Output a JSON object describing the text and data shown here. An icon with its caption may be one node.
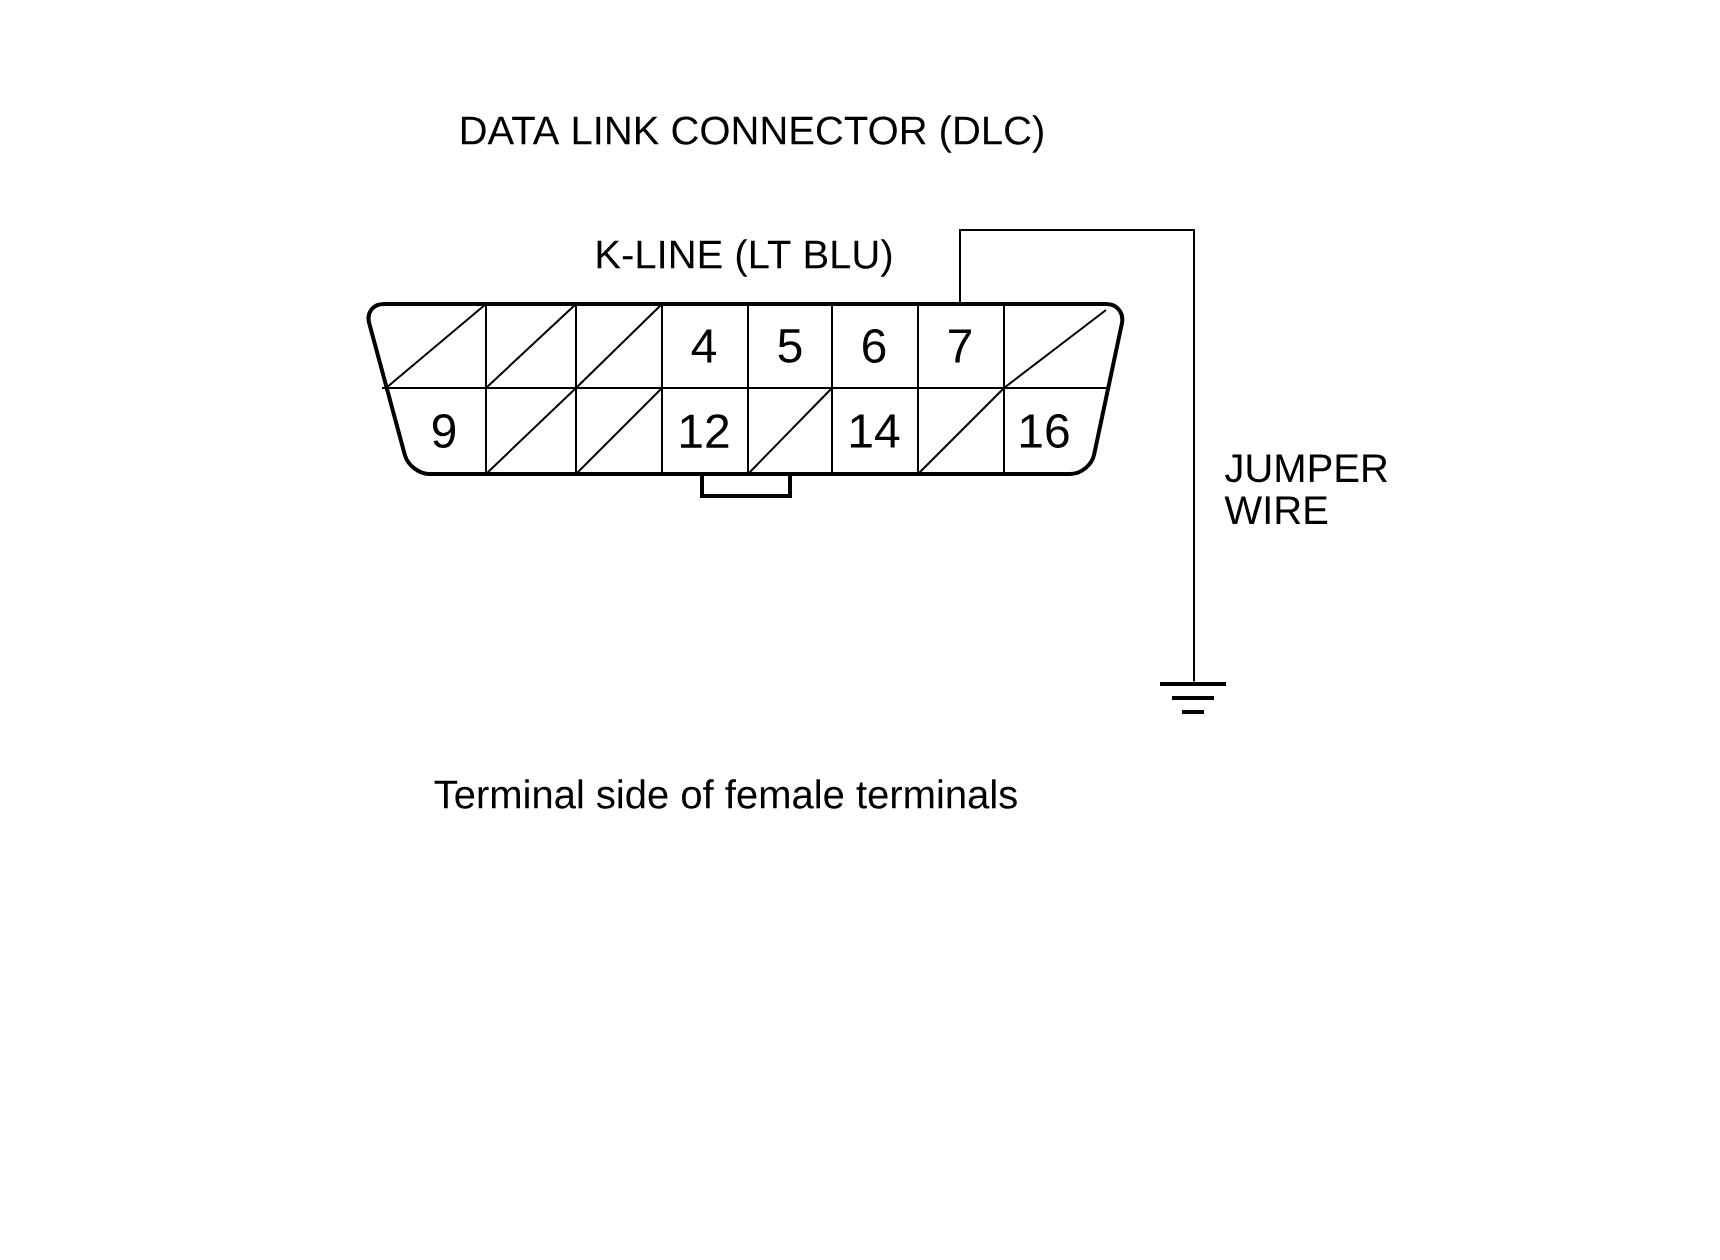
{
  "diagram": {
    "title": "DATA LINK CONNECTOR (DLC)",
    "caption": "Terminal side of female terminals",
    "nodes": [
      {
        "text": [],
        "shape": "box"
      },
      {
        "text": [],
        "shape": "box",
        "in": 0
      },
      {
        "text": [],
        "shape": "box",
        "in": 0
      },
      {
        "text": [],
        "shape": "box",
        "in": 0
      },
      {
        "text": [
          "4"
        ],
        "in": 0
      },
      {
        "text": [
          "5"
        ],
        "in": 0
      },
      {
        "text": [
          "6"
        ],
        "in": 0
      },
      {
        "text": [
          "7"
        ],
        "in": 0
      },
      {
        "text": [],
        "shape": "box",
        "in": 0
      },
      {
        "text": [
          "9"
        ],
        "in": 0
      },
      {
        "text": [],
        "shape": "box",
        "in": 0
      },
      {
        "text": [],
        "shape": "box",
        "in": 0
      },
      {
        "text": [
          "12"
        ],
        "in": 0
      },
      {
        "text": [],
        "shape": "box",
        "in": 0
      },
      {
        "text": [
          "14"
        ],
        "in": 0
      },
      {
        "text": [],
        "shape": "box",
        "in": 0
      },
      {
        "text": [
          "16"
        ],
        "in": 0
      },
      {
        "text": [],
        "shape": "ground"
      }
    ],
    "edges": [
      {
        "from": 7,
        "to": 17,
        "arrow": "none",
        "label": "JUMPER WIRE"
      }
    ],
    "labels": [
      "K-LINE (LT BLU)"
    ]
  }
}
